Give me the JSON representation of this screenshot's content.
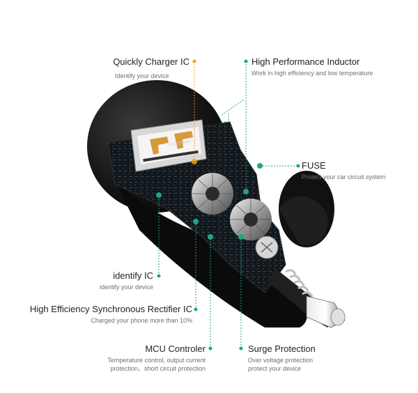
{
  "colors": {
    "teal": "#1aa68a",
    "orange": "#f39c12",
    "body": "#1a1a1a",
    "board": "#0f1418"
  },
  "icons": {
    "device": "car-charger-cutaway",
    "usb": "usb-port-icon",
    "coil": "inductor-coil-icon"
  },
  "brand": "coocheer",
  "labels": {
    "quick_charger": {
      "title": "Quickly Charger IC",
      "sub": "Identify your device"
    },
    "inductor": {
      "title": "High Performance Inductor",
      "sub": "Work in high efficiency and low temperature"
    },
    "fuse": {
      "title": "FUSE",
      "sub": "Protect your car circuit system"
    },
    "identify": {
      "title": "identify  IC",
      "sub": "identify your device"
    },
    "rectifier": {
      "title": "High Efficiency Synchronous Rectifier IC",
      "sub": "Charged your phone more than 10%"
    },
    "mcu": {
      "title": "MCU Controler",
      "sub1": "Temperature control, output current",
      "sub2": "protection、short circuit protection"
    },
    "surge": {
      "title": "Surge Protection",
      "sub1": "Over voltage protection",
      "sub2": "protect your device"
    }
  }
}
